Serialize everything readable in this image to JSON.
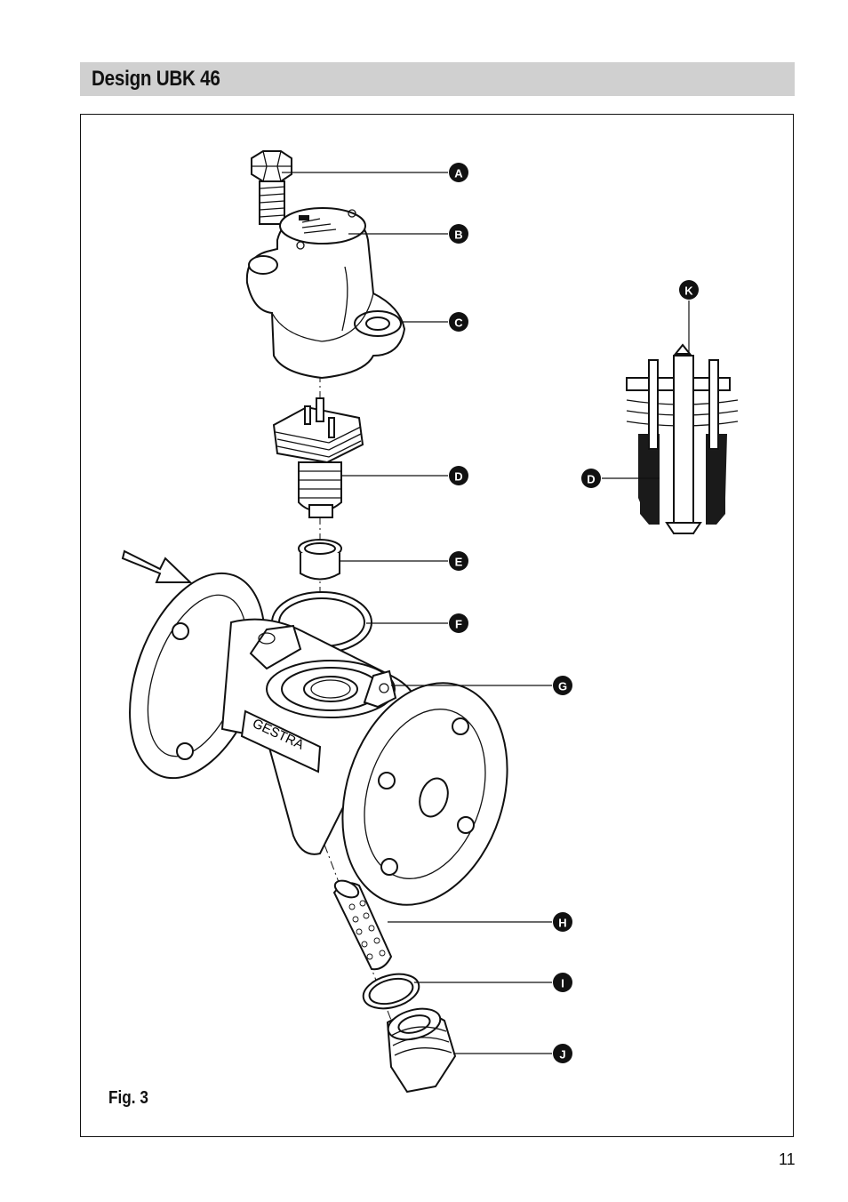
{
  "header": {
    "title": "Design UBK 46"
  },
  "figure": {
    "caption": "Fig. 3",
    "body_marking": "GESTRA",
    "callouts": [
      {
        "id": "A",
        "label": "A"
      },
      {
        "id": "B",
        "label": "B"
      },
      {
        "id": "C",
        "label": "C"
      },
      {
        "id": "D",
        "label": "D"
      },
      {
        "id": "E",
        "label": "E"
      },
      {
        "id": "F",
        "label": "F"
      },
      {
        "id": "G",
        "label": "G"
      },
      {
        "id": "H",
        "label": "H"
      },
      {
        "id": "I",
        "label": "I"
      },
      {
        "id": "J",
        "label": "J"
      },
      {
        "id": "K",
        "label": "K"
      },
      {
        "id": "D2",
        "label": "D"
      }
    ]
  },
  "footer": {
    "page_number": "11"
  }
}
